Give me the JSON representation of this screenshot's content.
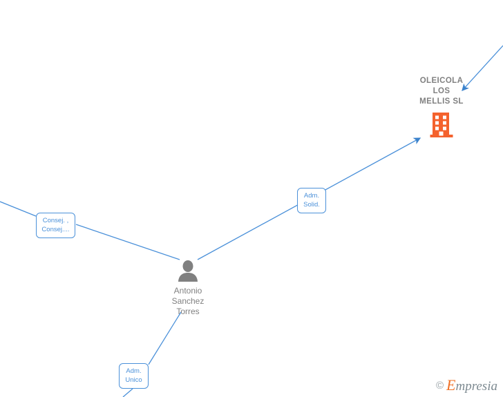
{
  "diagram": {
    "type": "relationship-graph",
    "company": {
      "name": "OLEICOLA\nLOS\nMELLIS SL",
      "icon": "building-icon",
      "icon_color": "#f4622d"
    },
    "person": {
      "name": "Antonio\nSanchez\nTorres",
      "icon": "person-icon",
      "icon_color": "#808080"
    },
    "edge_labels": [
      {
        "id": "adm-solid",
        "text": "Adm.\nSolid."
      },
      {
        "id": "consej",
        "text": "Consej. ,\nConsej...."
      },
      {
        "id": "adm-unico",
        "text": "Adm.\nUnico"
      }
    ],
    "colors": {
      "edge": "#4a90d9",
      "company_text": "#808080",
      "person_text": "#808080",
      "label_border": "#4a90d9",
      "label_text": "#4a90d9",
      "company_icon": "#f4622d"
    }
  },
  "watermark": {
    "copyright": "©",
    "brand_initial": "E",
    "brand_rest": "mpresia"
  }
}
